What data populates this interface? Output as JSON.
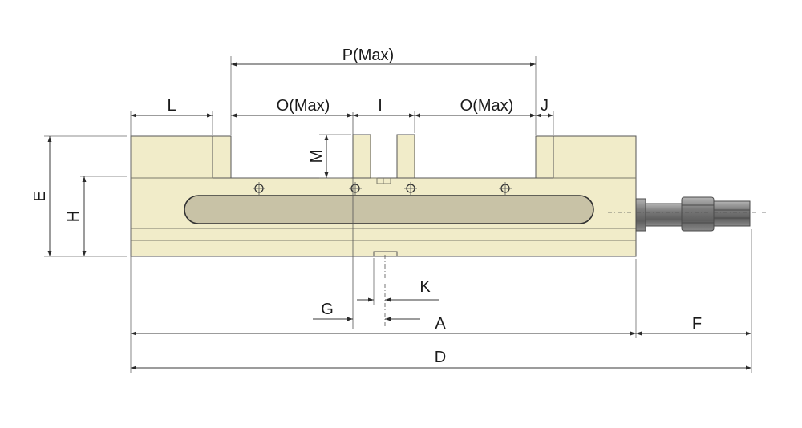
{
  "colors": {
    "body_fill": "#f1ecc9",
    "slot_fill": "#c8c2a6",
    "shaft_dark": "#6f6f6f",
    "shaft_light": "#9a9a9a",
    "line": "#3a3a3a"
  },
  "labels": {
    "P": "P(Max)",
    "L": "L",
    "O_left": "O(Max)",
    "I": "I",
    "O_right": "O(Max)",
    "J": "J",
    "M": "M",
    "E": "E",
    "H": "H",
    "K": "K",
    "G": "G",
    "A": "A",
    "F": "F",
    "D": "D"
  }
}
